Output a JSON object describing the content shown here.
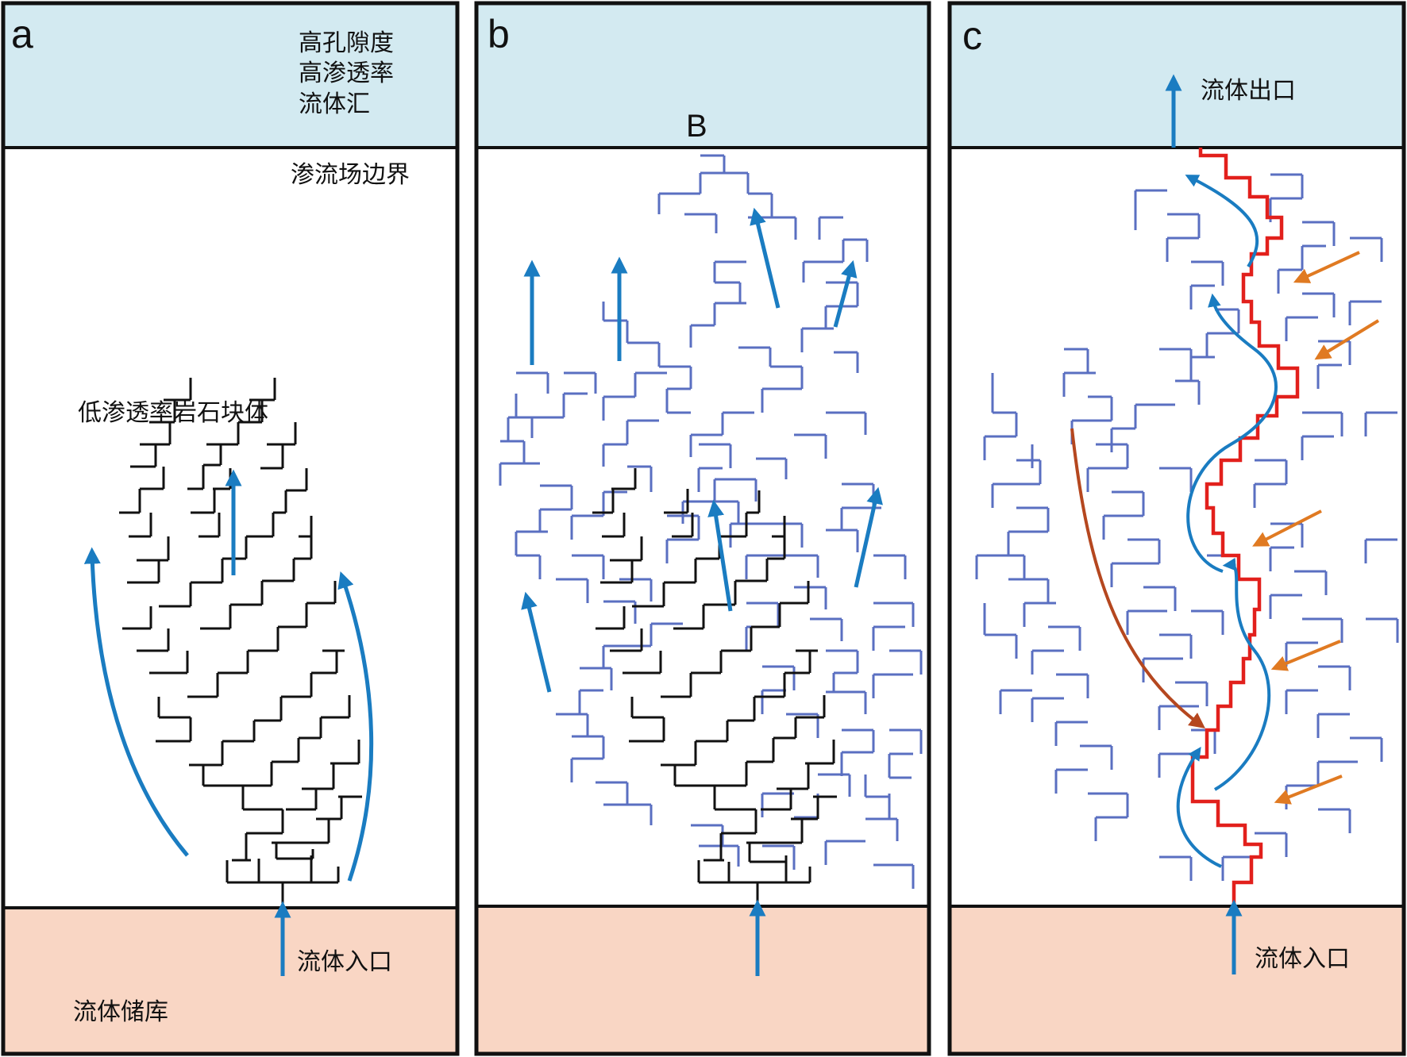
{
  "colors": {
    "sink": "#d3eaf1",
    "reservoir": "#f9d6c4",
    "frame": "#111111",
    "black_network": "#111111",
    "blue_network": "#5a6fc1",
    "flow_arrow": "#1a7cc1",
    "red_path": "#e2201c",
    "orange_arrow": "#e07a22",
    "brown_arrow": "#b5471f"
  },
  "panels": [
    {
      "letter": "a",
      "sink_lines": [
        "高孔隙度",
        "高渗透率",
        "流体汇"
      ],
      "boundary_label": "渗流场边界",
      "block_label": "低渗透率岩石块体",
      "inlet_label": "流体入口",
      "reservoir_label": "流体储库"
    },
    {
      "letter": "b",
      "sink_point_label": "B"
    },
    {
      "letter": "c",
      "outlet_label": "流体出口",
      "inlet_label": "流体入口"
    }
  ]
}
